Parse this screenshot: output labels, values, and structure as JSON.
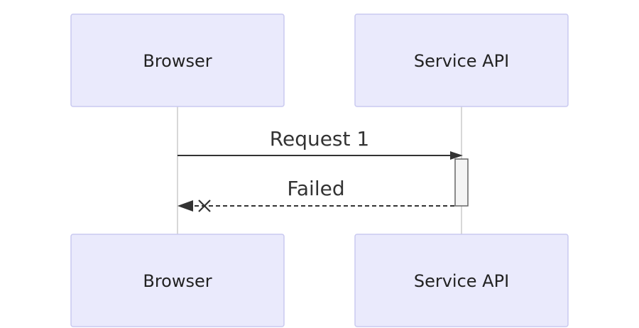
{
  "participants": [
    {
      "id": "browser",
      "label": "Browser"
    },
    {
      "id": "service_api",
      "label": "Service API"
    }
  ],
  "messages": [
    {
      "from": "browser",
      "to": "service_api",
      "label": "Request 1",
      "style": "solid",
      "arrow": "filled"
    },
    {
      "from": "service_api",
      "to": "browser",
      "label": "Failed",
      "style": "dashed",
      "arrow": "filled-with-cross"
    }
  ],
  "colors": {
    "actor_fill": "#eaeafc",
    "actor_stroke": "#c9c9f0",
    "line": "#333333",
    "lifeline": "#bdbdbd",
    "activation_fill": "#f4f4f4"
  }
}
